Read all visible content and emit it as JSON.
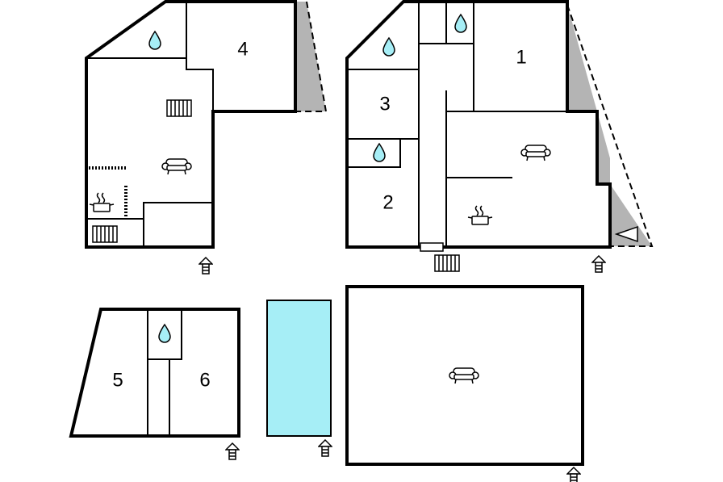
{
  "rooms": [
    {
      "id": "room-1",
      "label": "1"
    },
    {
      "id": "room-2",
      "label": "2"
    },
    {
      "id": "room-3",
      "label": "3"
    },
    {
      "id": "room-4",
      "label": "4"
    },
    {
      "id": "room-5",
      "label": "5"
    },
    {
      "id": "room-6",
      "label": "6"
    }
  ],
  "icons": {
    "bathroom": "water-drop-icon",
    "living": "sofa-icon",
    "kitchen": "cooking-pot-icon",
    "stairs": "stairs-icon",
    "entrance": "entrance-arrow-icon",
    "terrace": "terrace-arrow-icon"
  },
  "colors": {
    "water": "#a6eef6",
    "terrace": "#b4b4b4",
    "wall": "#000000"
  }
}
